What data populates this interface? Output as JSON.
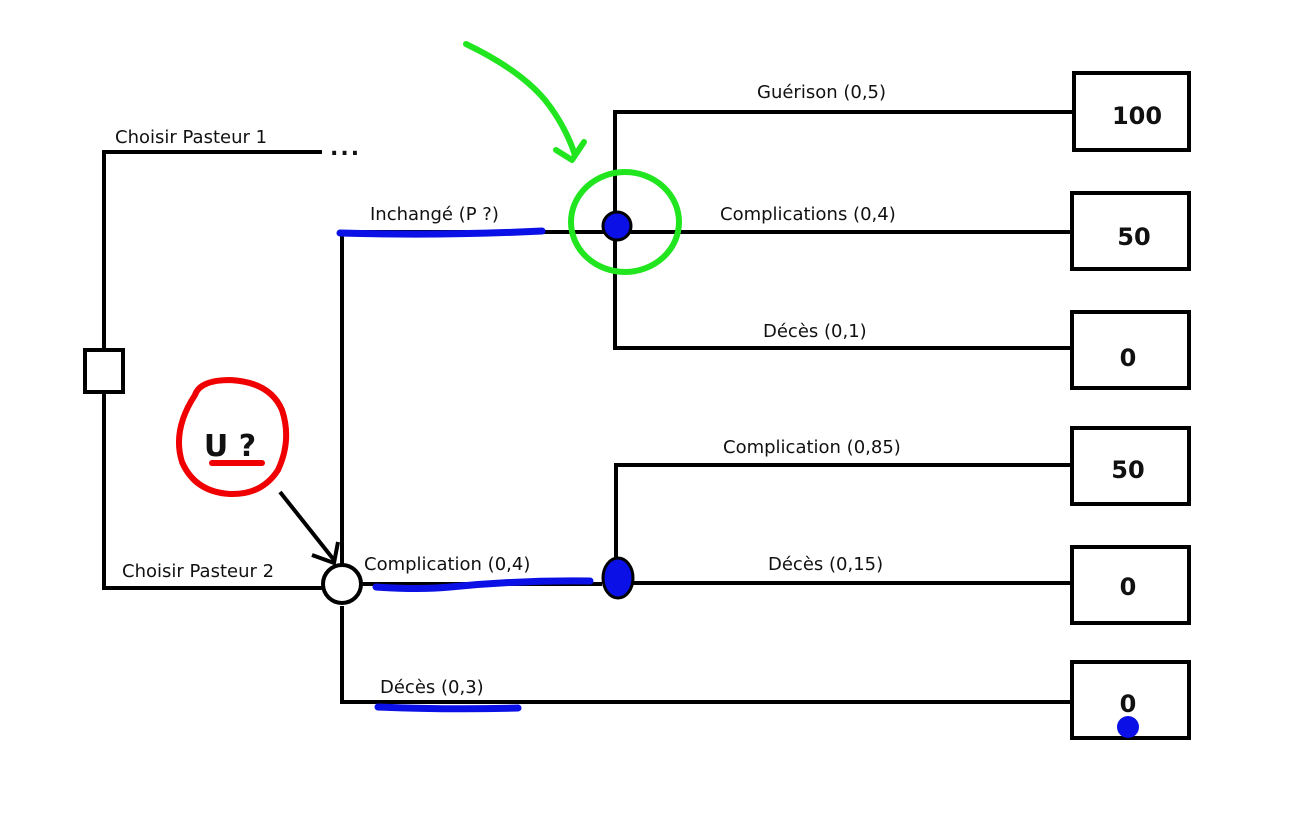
{
  "diagram": {
    "type": "decision-tree",
    "decision_node": {
      "shape": "square"
    },
    "branches": {
      "pasteur1": {
        "label": "Choisir Pasteur 1",
        "continuation": "..."
      },
      "pasteur2": {
        "label": "Choisir Pasteur 2"
      }
    },
    "chance_node_pasteur2": {
      "annotation": "U ?",
      "outcomes": [
        {
          "label": "Inchangé (P ?)"
        },
        {
          "label": "Complication (0,4)"
        },
        {
          "label": "Décès (0,3)",
          "value": "0"
        }
      ]
    },
    "chance_node_inchange": {
      "outcomes": [
        {
          "label": "Guérison (0,5)",
          "value": "100"
        },
        {
          "label": "Complications (0,4)",
          "value": "50"
        },
        {
          "label": "Décès (0,1)",
          "value": "0"
        }
      ]
    },
    "chance_node_complication": {
      "outcomes": [
        {
          "label": "Complication (0,85)",
          "value": "50"
        },
        {
          "label": "Décès (0,15)",
          "value": "0"
        }
      ]
    },
    "colors": {
      "highlight_underline": "#0a10e6",
      "highlight_circle_green": "#21e61f",
      "highlight_circle_red": "#f00000"
    }
  }
}
